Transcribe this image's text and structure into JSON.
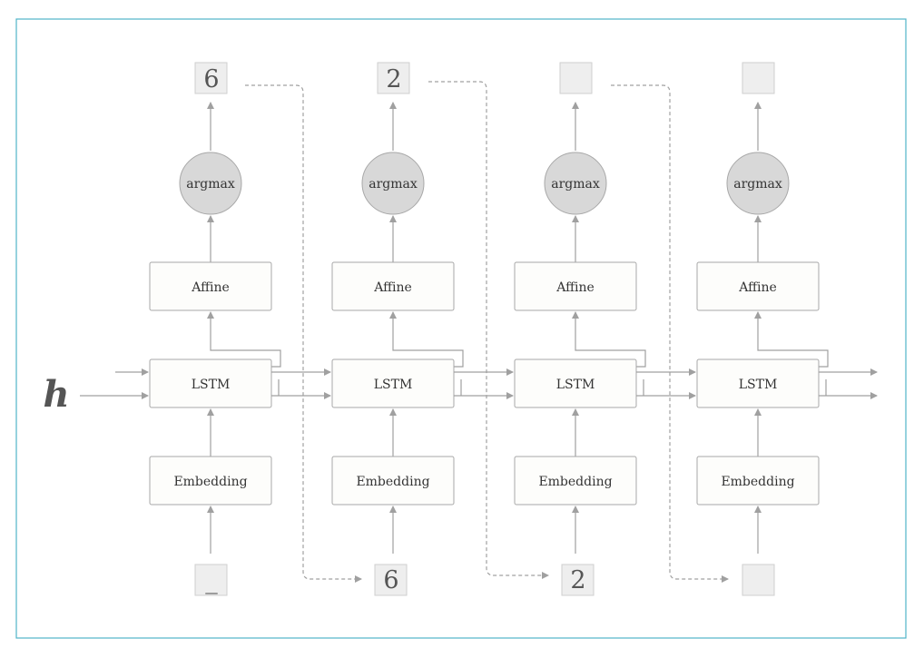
{
  "hidden_input": "h",
  "steps": [
    {
      "layers": {
        "embedding": "Embedding",
        "lstm": "LSTM",
        "affine": "Affine",
        "argmax": "argmax"
      },
      "input_token": "_",
      "output_token": "6"
    },
    {
      "layers": {
        "embedding": "Embedding",
        "lstm": "LSTM",
        "affine": "Affine",
        "argmax": "argmax"
      },
      "input_token": "6",
      "output_token": "2"
    },
    {
      "layers": {
        "embedding": "Embedding",
        "lstm": "LSTM",
        "affine": "Affine",
        "argmax": "argmax"
      },
      "input_token": "2",
      "output_token": ""
    },
    {
      "layers": {
        "embedding": "Embedding",
        "lstm": "LSTM",
        "affine": "Affine",
        "argmax": "argmax"
      },
      "input_token": "",
      "output_token": ""
    }
  ],
  "colors": {
    "frame": "#4fb3c8",
    "box_fill": "#fdfdfb",
    "node_fill": "#d8d8d8",
    "token_fill": "#eeeeee",
    "line": "#a0a0a0"
  }
}
